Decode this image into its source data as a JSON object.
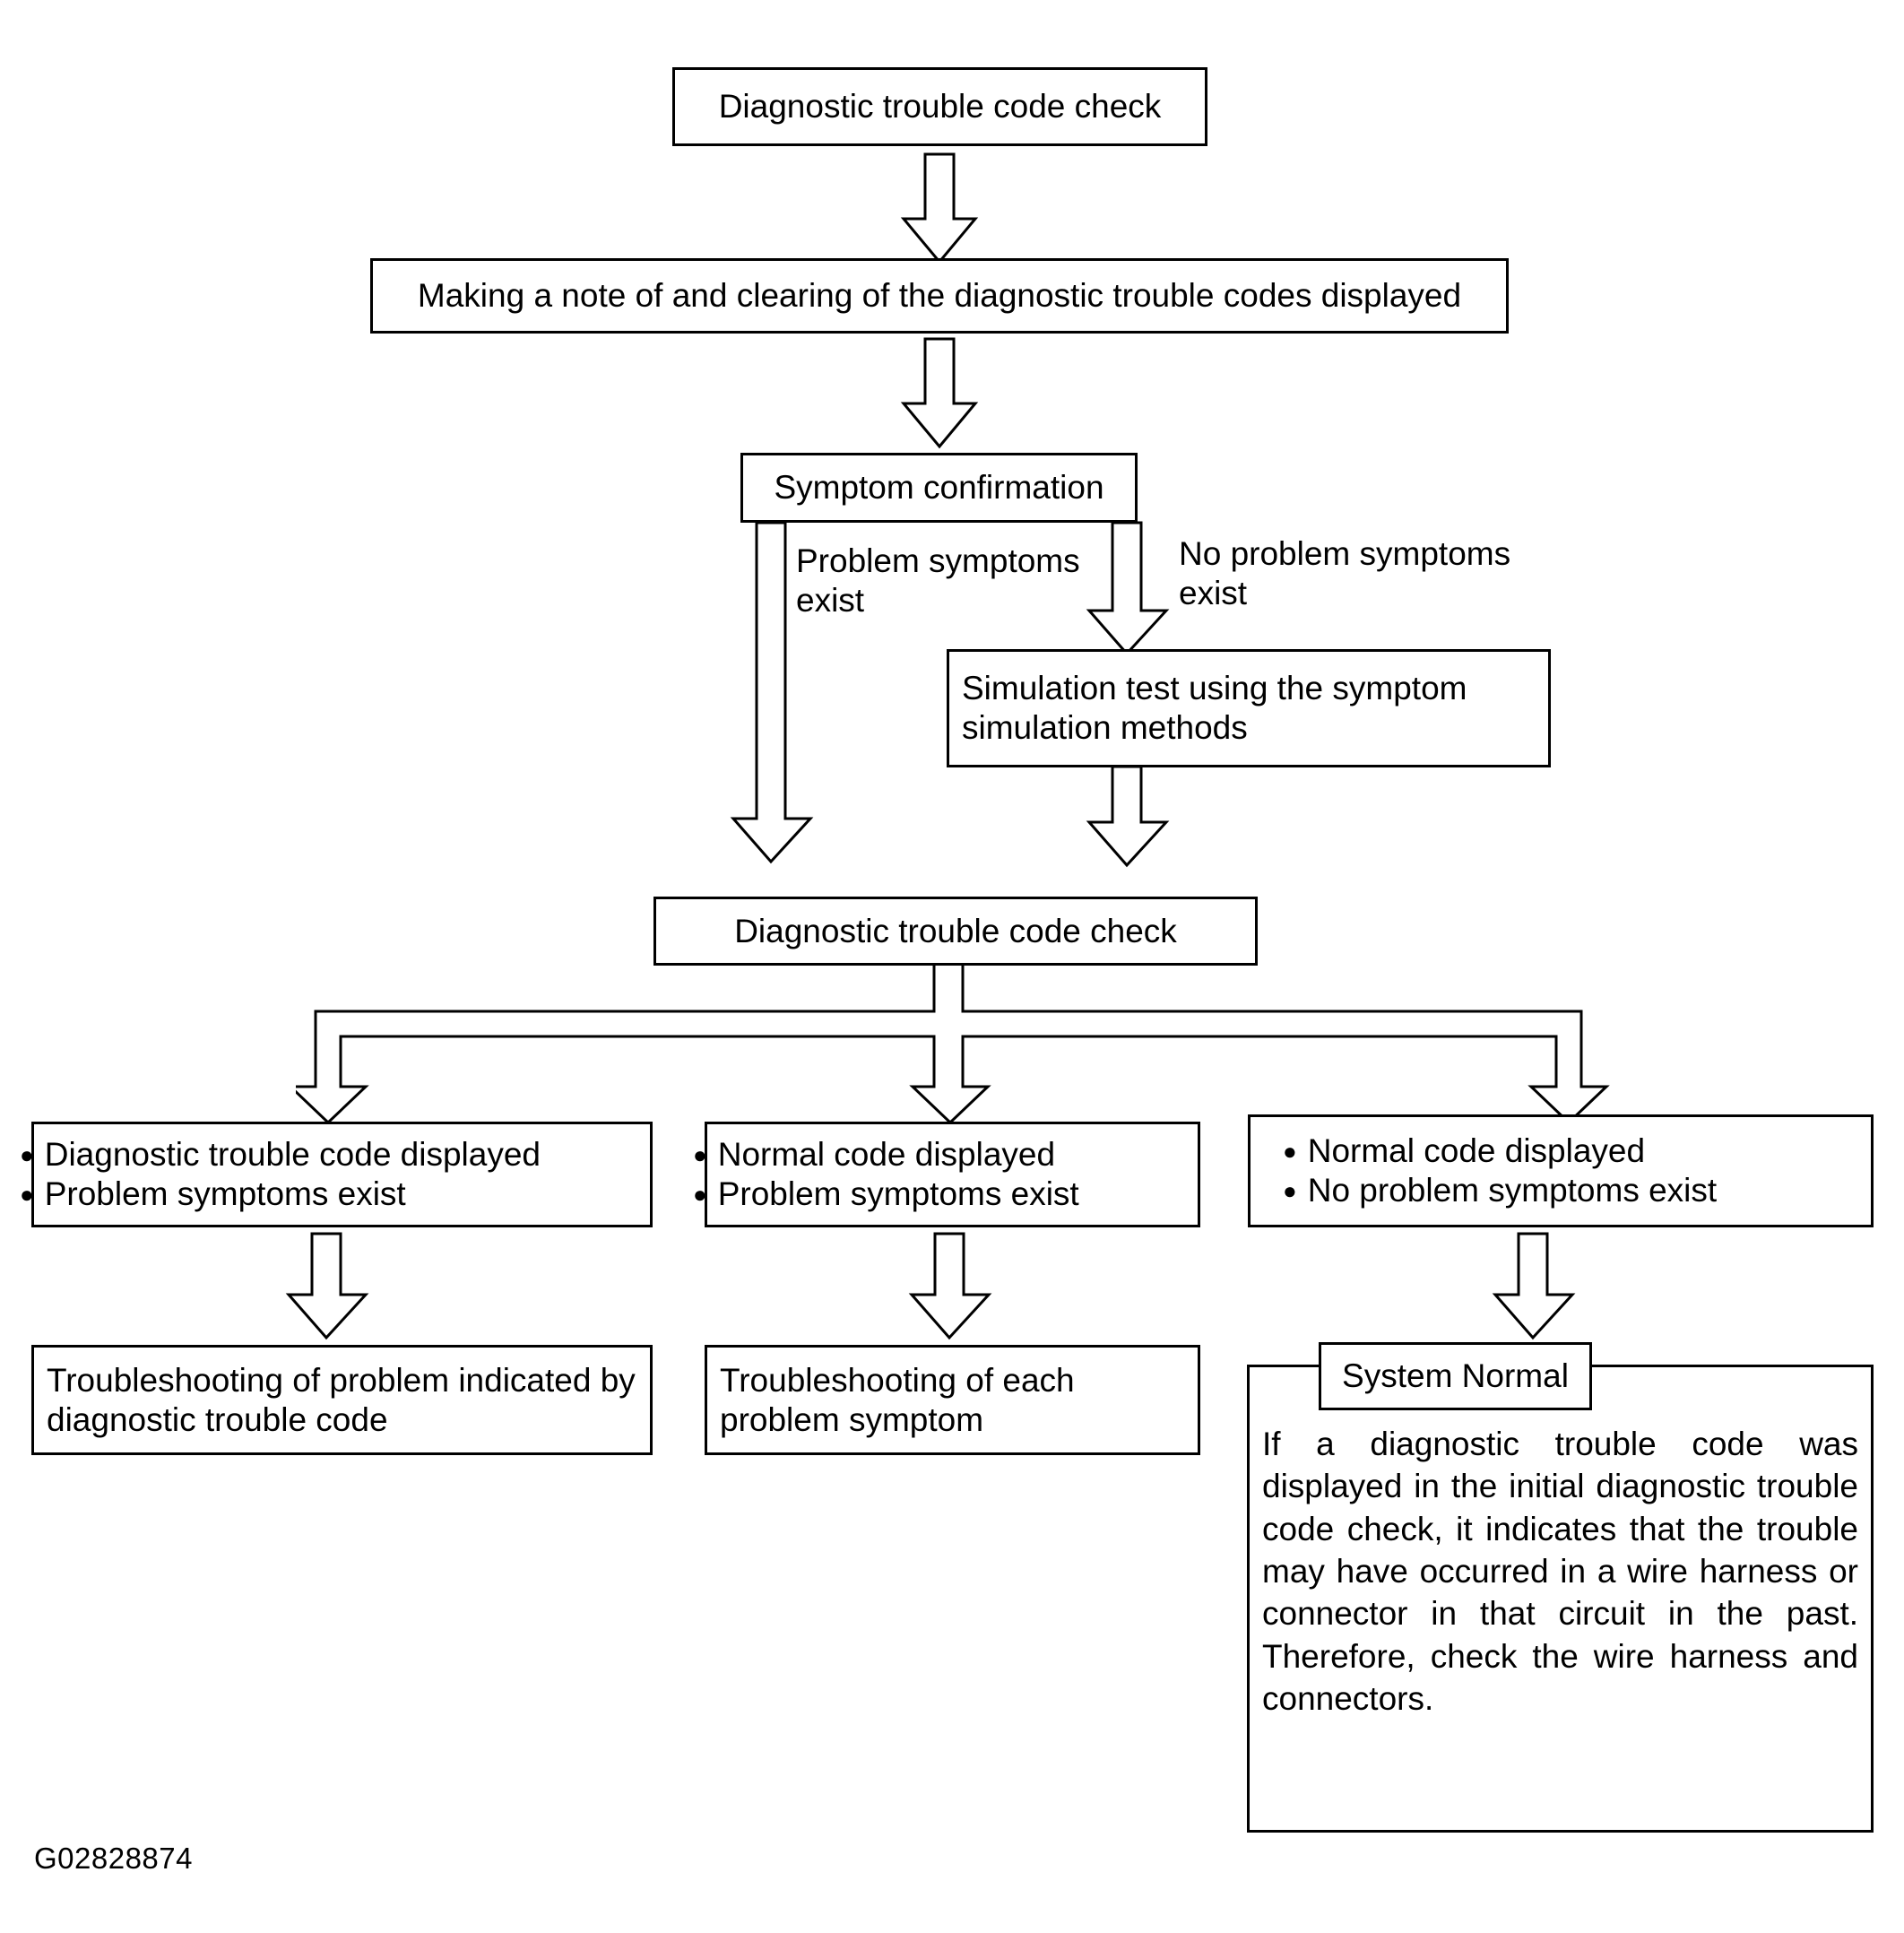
{
  "diagram": {
    "type": "flowchart",
    "title": "Diagnostic trouble code check flowchart",
    "figure_code": "G02828874",
    "colors": {
      "stroke": "#000000",
      "fill": "#ffffff",
      "text": "#000000"
    },
    "nodes": {
      "start_check": "Diagnostic trouble code check",
      "make_note": "Making a note of and clearing of the diagnostic trouble codes displayed",
      "symptom_confirmation": "Symptom confirmation",
      "simulation_test": "Simulation test using the symptom simulation methods",
      "second_check": "Diagnostic trouble code check",
      "result_left_line1": "Diagnostic trouble code displayed",
      "result_left_line2": "Problem symptoms exist",
      "result_mid_line1": "Normal code displayed",
      "result_mid_line2": "Problem symptoms exist",
      "result_right_line1": "Normal code displayed",
      "result_right_line2": "No problem symptoms exist",
      "action_left": "Troubleshooting of problem indicated by diagnostic trouble code",
      "action_mid": "Troubleshooting of each problem symptom",
      "system_normal_title": "System Normal",
      "system_normal_body": "If a diagnostic trouble code was displayed in the initial diagnostic trouble code check, it indicates that the trouble may have occurred in a wire harness or connector in that circuit in the past. Therefore, check the wire harness and connectors."
    },
    "edge_labels": {
      "problem_symptoms_exist": "Problem symptoms\nexist",
      "no_problem_symptoms_exist": "No problem symptoms\nexist"
    }
  }
}
